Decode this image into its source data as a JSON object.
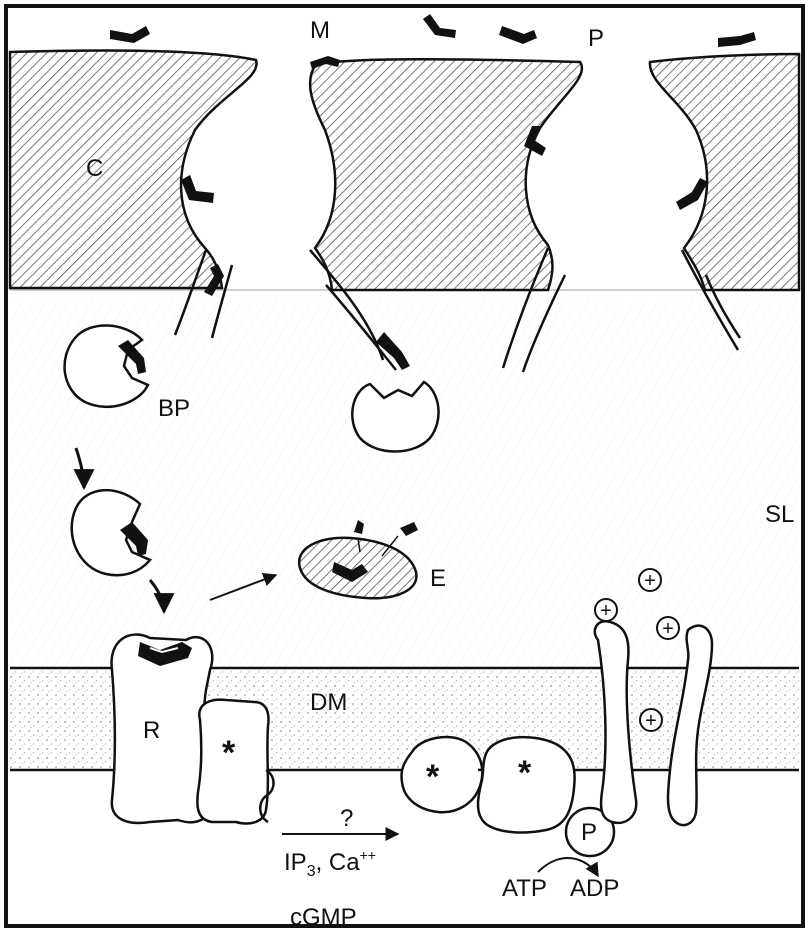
{
  "labels": {
    "mucus": "M",
    "pore": "P",
    "cuticle": "C",
    "binding_protein": "BP",
    "enzyme": "E",
    "sensillum_lymph": "SL",
    "receptor": "R",
    "dendritic_membrane": "DM",
    "unknown_pathway": "?",
    "second_messenger_ip3": "IP",
    "ip3_subscript": "3",
    "ip3_rest": ", Ca",
    "ca_superscript": "++",
    "second_messenger_cgmp": "cGMP",
    "atp": "ATP",
    "adp": "ADP",
    "phosphate": "P",
    "activated_marker": "*",
    "ion": "+"
  },
  "colors": {
    "line": "#111111",
    "background": "#ffffff",
    "hatch": "#555555",
    "stipple": "#9a9a9a"
  }
}
